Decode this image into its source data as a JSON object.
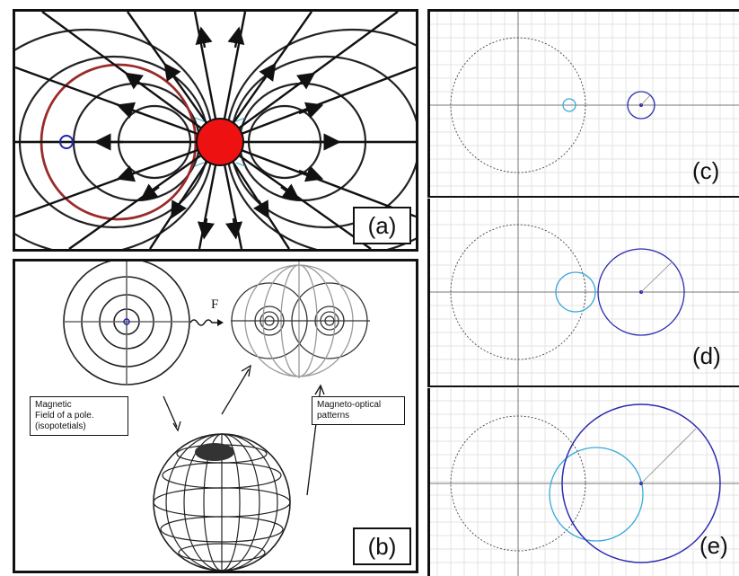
{
  "panels": {
    "a": {
      "label": "(a)"
    },
    "b": {
      "label": "(b)",
      "force_label": "F",
      "note_field": [
        "Magnetic",
        "Field of a pole.",
        "(isopotetials)"
      ],
      "note_patterns": [
        "Magneto-optical",
        "patterns"
      ]
    },
    "c": {
      "label": "(c)"
    },
    "d": {
      "label": "(d)"
    },
    "e": {
      "label": "(e)"
    }
  },
  "colors": {
    "pole_fill": "#ee1111",
    "field_lines": "#111111",
    "red_ring": "#9b2a2a",
    "axis_green": "#2e7d32",
    "marker_blue": "#2222aa",
    "light_blue": "#39a9d9",
    "dark_blue": "#2b2bb0",
    "grid": "#e3e3e3"
  },
  "icons": [
    "pole-sphere-icon",
    "wavy-arrow-icon",
    "globe-icon"
  ]
}
